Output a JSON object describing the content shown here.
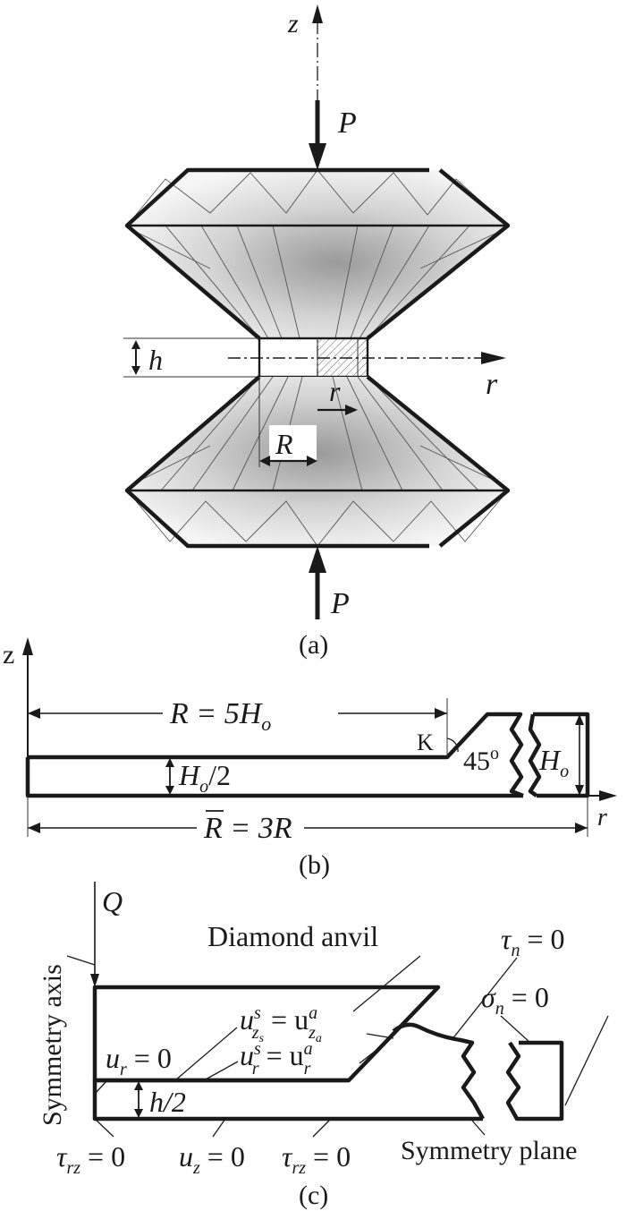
{
  "figure_a": {
    "z_axis": "z",
    "r_axis": "r",
    "load_top": "P",
    "load_bottom": "P",
    "thickness": "h",
    "radius_var": "r",
    "radius": "R",
    "caption": "(a)"
  },
  "figure_b": {
    "z_axis": "z",
    "r_axis": "r",
    "radius_dim": "R = 5H",
    "radius_sub": "o",
    "half_thickness_dim": "H",
    "half_thickness_sub": "o",
    "half_thickness_tail": "/2",
    "outer_radius": "R",
    "outer_radius_tail": " = 3R",
    "point_label": "K",
    "angle": "45",
    "angle_unit": "o",
    "thickness_dim": "H",
    "thickness_sub": "o",
    "caption": "(b)"
  },
  "figure_c": {
    "load": "Q",
    "anvil_label": "Diamond anvil",
    "symmetry_axis": "Symmetry axis",
    "symmetry_plane": "Symmetry plane",
    "tau_n_sym": "τ",
    "tau_n_sub": "n",
    "tau_n_val": " = 0",
    "sigma_n_sym": "σ",
    "sigma_n_sub": "n",
    "sigma_n_val": " = 0",
    "ur_sym": "u",
    "ur_sub": "r",
    "ur_val": " = 0",
    "contact_z_lhs": "u",
    "contact_z_lhs_sup": "s",
    "contact_z_lhs_sub": "z",
    "contact_z_lhs_subsub": "s",
    "contact_z_eq": " = u",
    "contact_z_rhs_sup": "a",
    "contact_z_rhs_sub": "z",
    "contact_z_rhs_subsub": "a",
    "contact_r_lhs": "u",
    "contact_r_lhs_sup": "s",
    "contact_r_lhs_sub": "r",
    "contact_r_eq": " = u",
    "contact_r_rhs_sup": "a",
    "contact_r_rhs_sub": "r",
    "half_h": "h/2",
    "tau_rz_left_sym": "τ",
    "tau_rz_left_sub": "rz",
    "tau_rz_left_val": " = 0",
    "uz_sym": "u",
    "uz_sub": "z",
    "uz_val": " = 0",
    "tau_rz_right_sym": "τ",
    "tau_rz_right_sub": "rz",
    "tau_rz_right_val": " = 0",
    "caption": "(c)"
  }
}
